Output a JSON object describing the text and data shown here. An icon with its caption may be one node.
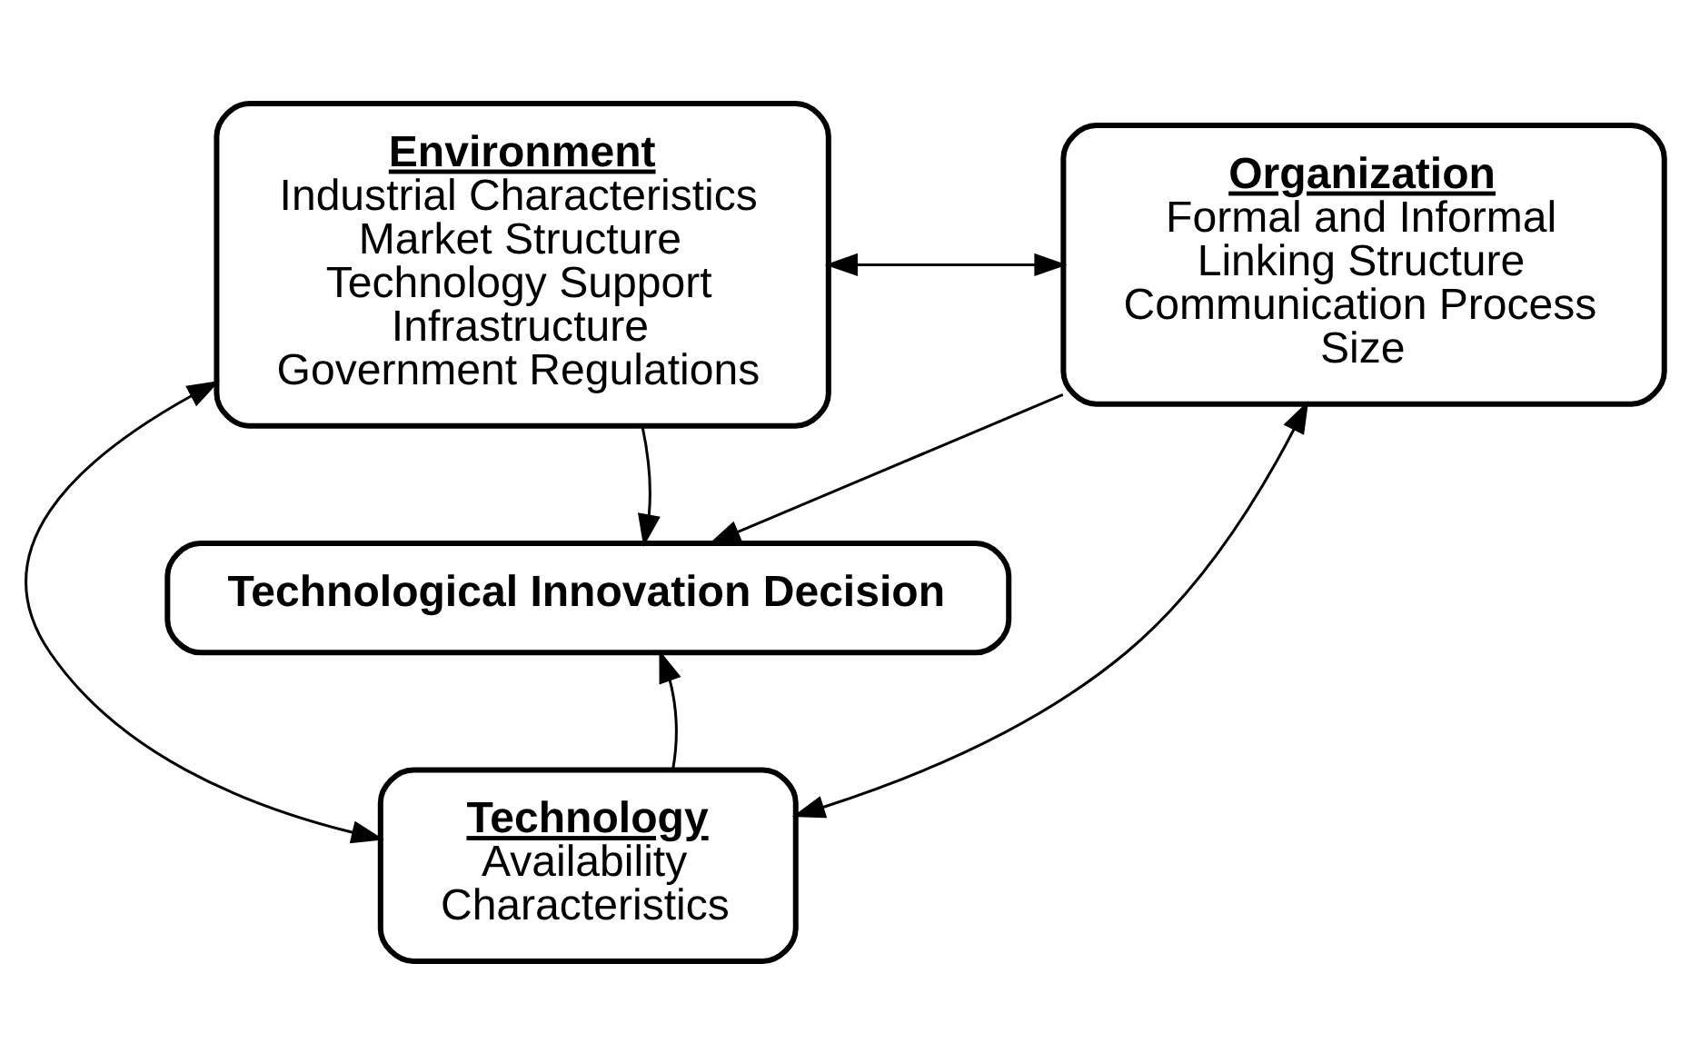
{
  "diagram": {
    "nodes": [
      {
        "text": [
          "Environment",
          "Industrial Characteristics",
          "Market Structure",
          "Technology Support",
          "Infrastructure",
          "Government Regulations"
        ]
      },
      {
        "text": [
          "Organization",
          "Formal and Informal",
          "Linking Structure",
          "Communication Process",
          "Size"
        ]
      },
      {
        "text": [
          "Technological Innovation Decision"
        ]
      },
      {
        "text": [
          "Technology",
          "Availability",
          "Characteristics"
        ]
      }
    ],
    "edges": [
      {
        "from": 0,
        "to": 1,
        "arrow": "both"
      },
      {
        "from": 0,
        "to": 2,
        "arrow": "to"
      },
      {
        "from": 1,
        "to": 2,
        "arrow": "to"
      },
      {
        "from": 0,
        "to": 3,
        "arrow": "both"
      },
      {
        "from": 1,
        "to": 3,
        "arrow": "both"
      },
      {
        "from": 3,
        "to": 2,
        "arrow": "to"
      }
    ]
  }
}
